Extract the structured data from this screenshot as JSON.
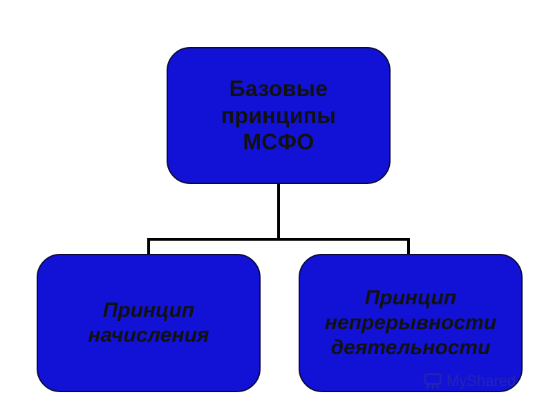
{
  "diagram": {
    "root": {
      "lines": [
        "Базовые",
        "принципы",
        "МСФО"
      ]
    },
    "children": [
      {
        "lines": [
          "Принцип",
          "начисления"
        ]
      },
      {
        "lines": [
          "Принцип",
          "непрерывности",
          "деятельности"
        ]
      }
    ]
  },
  "watermark": {
    "text": "MyShared",
    "icon": "myshared-logo-icon"
  },
  "colors": {
    "box_fill": "#1212d6",
    "box_border": "#0a0a40",
    "text": "#111111",
    "connector": "#000000",
    "background": "#ffffff"
  }
}
